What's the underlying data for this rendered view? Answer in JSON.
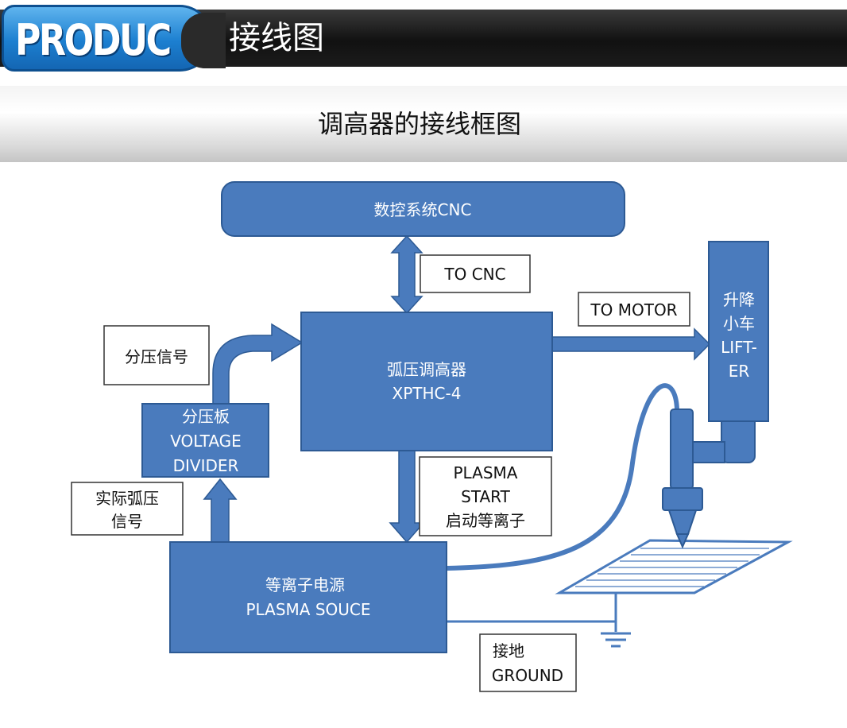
{
  "header": {
    "logo_text": "PRODUC",
    "title": "接线图"
  },
  "subtitle": "调高器的接线框图",
  "colors": {
    "block_fill": "#4a7bbd",
    "block_stroke": "#2d5a94",
    "logo_blue": "#1c7fd0",
    "header_black": "#1a1a1a"
  },
  "diagram": {
    "cnc_block": "数控系统CNC",
    "thc_block": [
      "弧压调高器",
      "XPTHC-4"
    ],
    "divider_block": [
      "分压板",
      "VOLTAGE",
      "DIVIDER"
    ],
    "plasma_block": [
      "等离子电源",
      "PLASMA SOUCE"
    ],
    "lifter_block": [
      "升降",
      "小车",
      "LIFT-",
      "ER"
    ],
    "label_to_cnc": "TO CNC",
    "label_to_motor": "TO MOTOR",
    "label_divided_signal": "分压信号",
    "label_actual_arc_voltage": [
      "实际弧压",
      "信号"
    ],
    "label_plasma_start": [
      "PLASMA",
      "START",
      "启动等离子"
    ],
    "label_ground": [
      "接地",
      "GROUND"
    ]
  }
}
